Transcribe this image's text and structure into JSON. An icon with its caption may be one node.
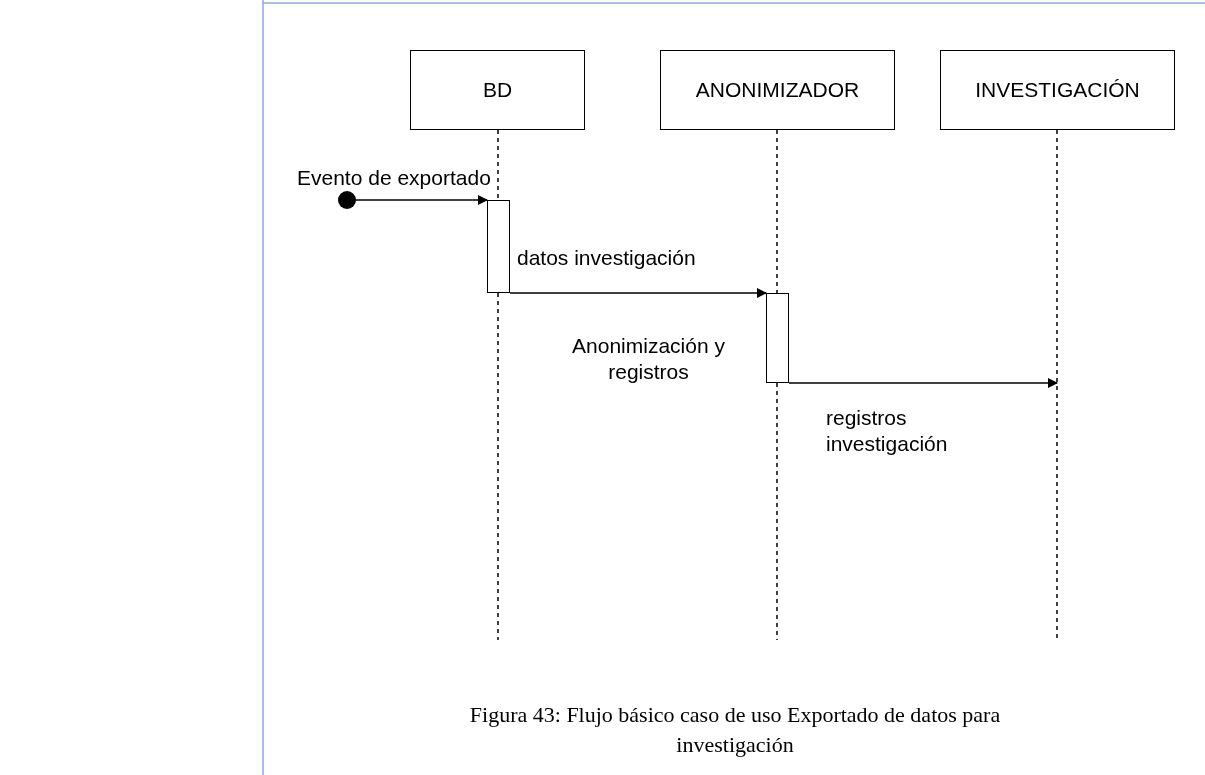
{
  "diagram": {
    "caption": "Figura 43: Flujo básico caso de uso Exportado de datos para investigación",
    "nodes": [
      {
        "text": [
          "BD"
        ]
      },
      {
        "text": [
          "ANONIMIZADOR"
        ]
      },
      {
        "text": [
          "INVESTIGACIÓN"
        ]
      },
      {
        "text": [],
        "shape": "circle"
      },
      {
        "text": [],
        "shape": "bar"
      },
      {
        "text": [],
        "shape": "bar",
        "beside": [
          "Anonimización y registros"
        ]
      }
    ],
    "edges": [
      {
        "from": 0,
        "to": 4,
        "arrow": "none",
        "style": "dashed"
      },
      {
        "from": 1,
        "to": 5,
        "arrow": "none",
        "style": "dashed"
      },
      {
        "from": 3,
        "to": 4,
        "arrow": "to",
        "label": "Evento de exportado"
      },
      {
        "from": 4,
        "to": 5,
        "arrow": "to",
        "label": "datos investigación"
      },
      {
        "from": 5,
        "to": null,
        "arrow": "to",
        "label": "registros investigación"
      }
    ]
  }
}
